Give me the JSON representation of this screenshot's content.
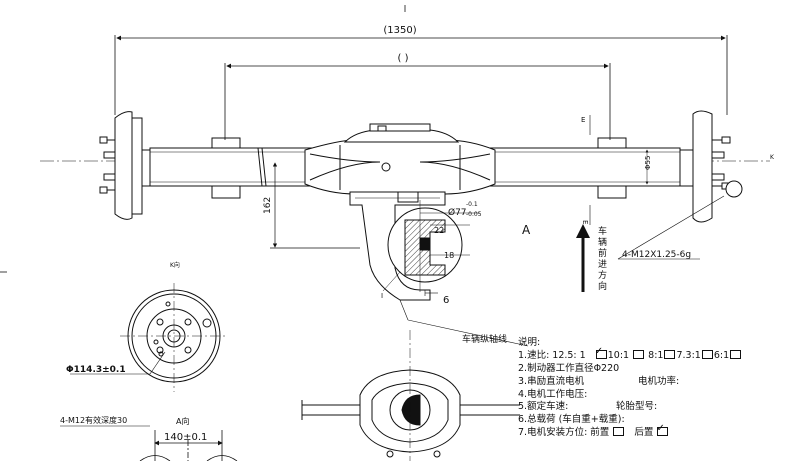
{
  "dims": {
    "overall_width": "(1350)",
    "inner_width": "( )",
    "height_162": "162",
    "bore_dia": "Ø77",
    "bore_tol_upper": "-0.1",
    "bore_tol_lower": "-0.05",
    "dim_22": "22",
    "dim_18": "18",
    "dim_6": "6",
    "dim_i": "I",
    "tube_dia": "Φ55",
    "section_e_top": "E",
    "section_e_bottom": "E",
    "view_a": "A",
    "right_mark": "K"
  },
  "labels": {
    "direction_text": "车辆前进方向",
    "bolt_spec": "4-M12X1.25-6g",
    "centerline_label": "车辆纵轴线",
    "view_k": "K向",
    "pcd": "Φ114.3±0.1",
    "thread_spec": "4-M12有效深度30",
    "view_a_caption": "A向",
    "dim_140": "140±0.1"
  },
  "notes": {
    "title": "说明:",
    "line1_prefix": "1.速比: 12.5: 1",
    "ratio_options": [
      "10:1",
      "8:1",
      "7.3:1",
      "6:1"
    ],
    "line2": "2.制动器工作直径Φ220",
    "line3a": "3.串励直流电机",
    "line3b": "电机功率:",
    "line4": "4.电机工作电压:",
    "line5a": "5.额定车速:",
    "line5b": "轮胎型号:",
    "line6": "6.总载荷 (车自重+载重):",
    "line7a": "7.电机安装方位: 前置",
    "line7b": "后置"
  },
  "colors": {
    "line": "#111111",
    "background": "#ffffff"
  }
}
